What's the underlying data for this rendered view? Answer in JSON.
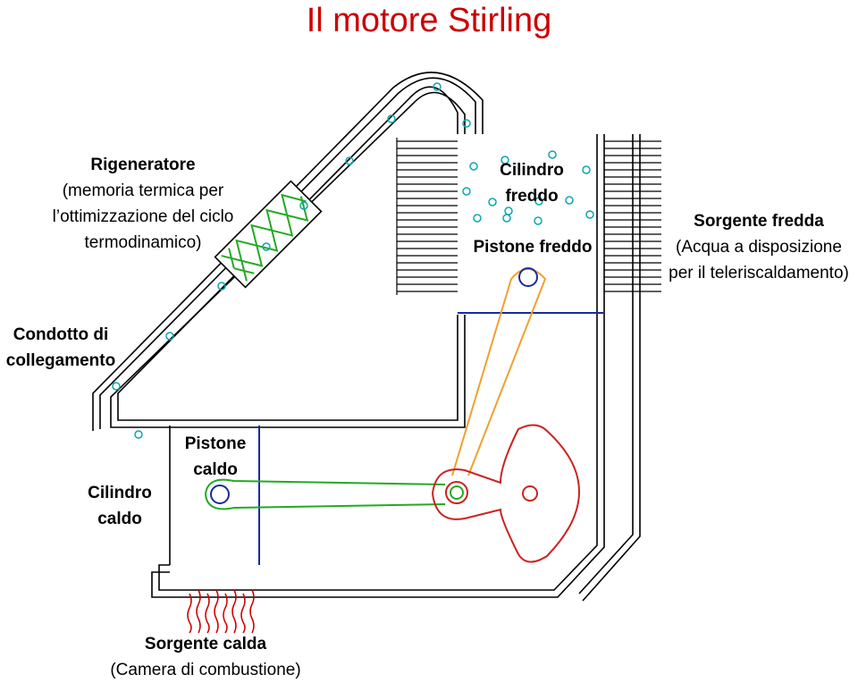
{
  "title": "Il motore Stirling",
  "labels": {
    "regenerator_title": "Rigeneratore",
    "regenerator_desc_1": "(memoria termica per",
    "regenerator_desc_2": "l’ottimizzazione del ciclo",
    "regenerator_desc_3": "termodinamico)",
    "cold_cylinder_1": "Cilindro",
    "cold_cylinder_2": "freddo",
    "cold_piston": "Pistone freddo",
    "cold_source_title": "Sorgente fredda",
    "cold_source_desc_1": "(Acqua a disposizione",
    "cold_source_desc_2": "per il teleriscaldamento)",
    "duct_1": "Condotto di",
    "duct_2": "collegamento",
    "hot_piston_1": "Pistone",
    "hot_piston_2": "caldo",
    "hot_cylinder_1": "Cilindro",
    "hot_cylinder_2": "caldo",
    "hot_source_title": "Sorgente calda",
    "hot_source_desc": "(Camera di combustione)"
  },
  "colors": {
    "title": "#cc0000",
    "outline": "#000000",
    "piston_line": "#1a2aa0",
    "particle": "#0aa6b0",
    "regenerator": "#22aa22",
    "cold_rod": "#f0a030",
    "hot_rod": "#22aa22",
    "flywheel": "#cc2222",
    "flame": "#cc0000"
  }
}
